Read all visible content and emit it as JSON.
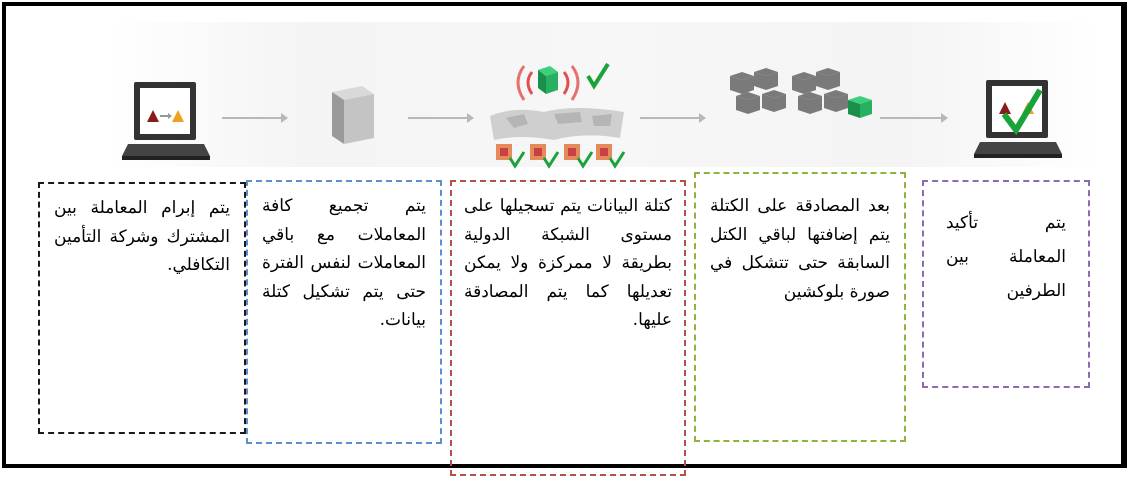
{
  "colors": {
    "box1": "#1a1a1a",
    "box2": "#5b8fcf",
    "box3": "#b5504b",
    "box4": "#8db43d",
    "box5": "#8c6bb1",
    "frame": "#000000",
    "arrow": "#b8b8b8"
  },
  "stages": [
    {
      "icon": "laptop-transaction-icon"
    },
    {
      "icon": "single-block-icon"
    },
    {
      "icon": "world-network-icon"
    },
    {
      "icon": "blockchain-cubes-icon"
    },
    {
      "icon": "laptop-confirmed-icon"
    }
  ],
  "boxes": [
    {
      "name": "step-1",
      "text": "يتم إبرام المعاملة بين المشترك وشركة التأمين التكافلي."
    },
    {
      "name": "step-2",
      "text": "يتم تجميع كافة المعاملات مع باقي المعاملات لنفس الفترة حتى يتم تشكيل كتلة بيانات."
    },
    {
      "name": "step-3",
      "text": "كتلة البيانات يتم تسجيلها على مستوى الشبكة الدولية بطريقة لا ممركزة ولا يمكن تعديلها كما يتم المصادقة عليها."
    },
    {
      "name": "step-4",
      "text": "بعد المصادقة على الكتلة يتم إضافتها لباقي الكتل السابقة حتى تتشكل في صورة بلوكشين"
    },
    {
      "name": "step-5",
      "text": "يتم تأكيد المعاملة بين الطرفين"
    }
  ]
}
